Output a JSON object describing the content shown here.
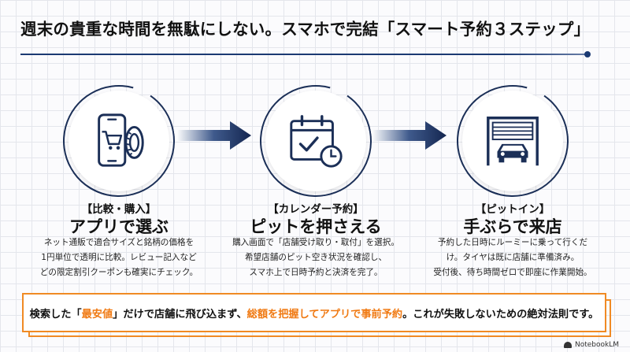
{
  "title": "週末の貴重な時間を無駄にしない。スマホで完結「スマート予約３ステップ」",
  "steps": [
    {
      "icon": "smartphone-cart-tire-icon",
      "tag": "【比較・購入】",
      "title": "アプリで選ぶ",
      "desc": [
        "ネット通販で適合サイズと銘柄の価格を",
        "1円単位で透明に比較。レビュー記入など",
        "どの限定割引クーポンも確実にチェック。"
      ]
    },
    {
      "icon": "calendar-clock-icon",
      "tag": "【カレンダー予約】",
      "title": "ピットを押さえる",
      "desc": [
        "購入画面で「店舗受け取り・取付」を選択。",
        "希望店舗のピット空き状況を確認し、",
        "スマホ上で日時予約と決済を完了。"
      ]
    },
    {
      "icon": "garage-car-icon",
      "tag": "【ピットイン】",
      "title": "手ぶらで来店",
      "desc": [
        "予約した日時にルーミーに乗って行くだ",
        "け。タイヤは既に店舗に準備済み。",
        "受付後、待ち時間ゼロで即座に作業開始。"
      ]
    }
  ],
  "callout": {
    "prefix": "検索した「",
    "hl1": "最安値",
    "middle": "」だけで店舗に飛び込まず、",
    "hl2": "総額を把握してアプリで事前予約",
    "suffix": "。これが失敗しないための絶対法則です。"
  },
  "footer": {
    "brand": "NotebookLM"
  },
  "colors": {
    "navy": "#1b2f57",
    "accent": "#f08a24"
  }
}
